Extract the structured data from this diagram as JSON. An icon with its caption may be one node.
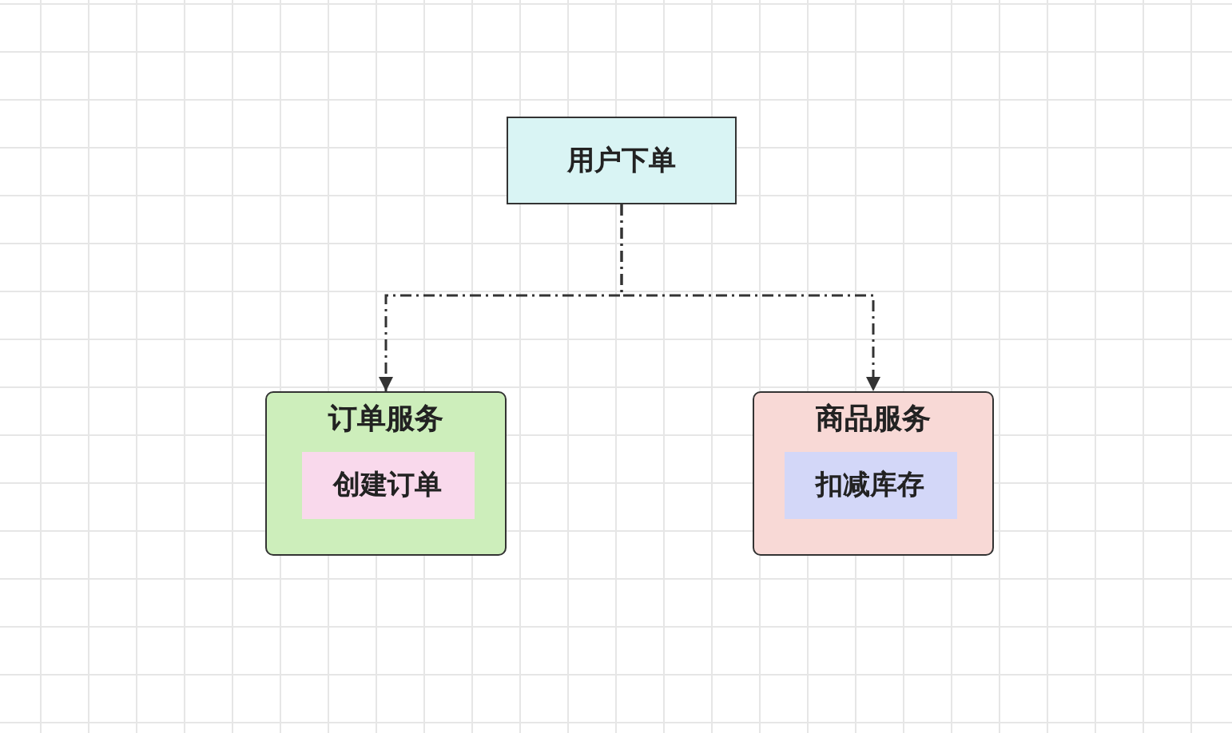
{
  "diagram": {
    "nodes": [
      {
        "text": [
          "用户下单"
        ]
      },
      {
        "text": [
          "订单服务"
        ]
      },
      {
        "text": [
          "创建订单"
        ],
        "in": 1
      },
      {
        "text": [
          "商品服务"
        ]
      },
      {
        "text": [
          "扣减库存"
        ],
        "in": 3
      }
    ],
    "edges": [
      {
        "from": 0,
        "to": 1,
        "arrow": "to",
        "style": "dashed"
      },
      {
        "from": 0,
        "to": 3,
        "arrow": "to",
        "style": "dashed"
      }
    ]
  }
}
